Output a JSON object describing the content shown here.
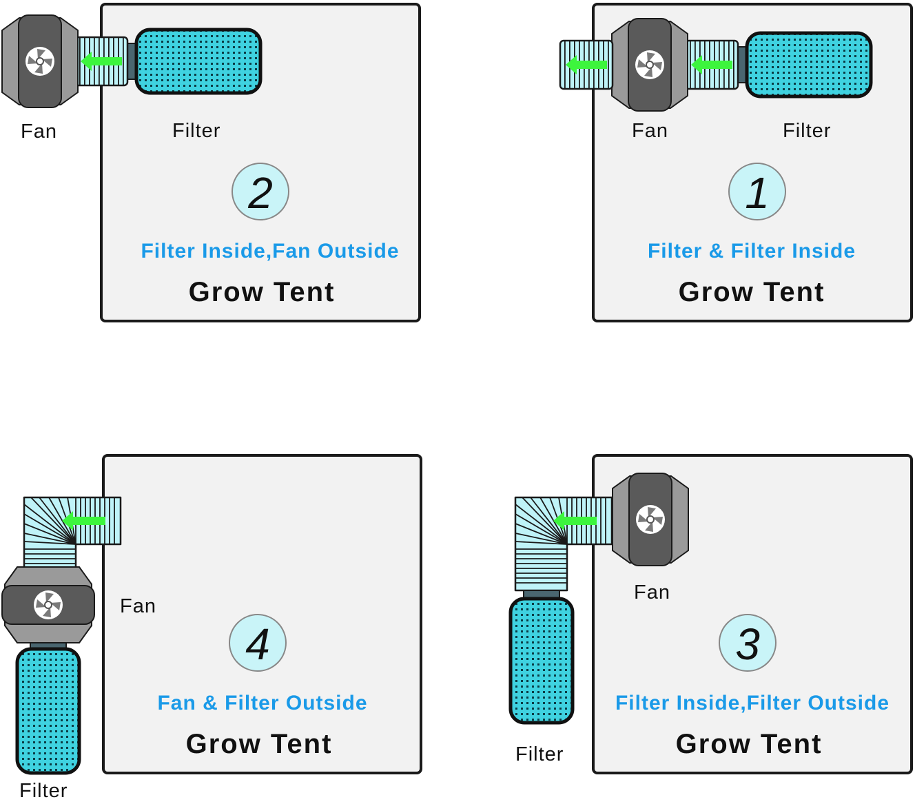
{
  "colors": {
    "tent_fill": "#f2f2f2",
    "tent_stroke": "#1a1a1a",
    "caption_blue": "#1a9ae8",
    "filter_cyan": "#3fd2e0",
    "duct_cyan": "#bff3f8",
    "fan_dark": "#5a5a5a",
    "fan_light": "#9a9a9a",
    "arrow_green": "#3df53d",
    "badge_fill": "#c9f4f8"
  },
  "icons": [
    "fan-icon",
    "carbon-filter-icon",
    "duct-icon",
    "duct-elbow-icon",
    "airflow-arrow-icon"
  ],
  "panels": {
    "p2": {
      "number": "2",
      "caption": "Filter Inside,Fan Outside",
      "tent": "Grow Tent",
      "fan_label": "Fan",
      "filter_label": "Filter"
    },
    "p1": {
      "number": "1",
      "caption": "Filter & Filter Inside",
      "tent": "Grow Tent",
      "fan_label": "Fan",
      "filter_label": "Filter"
    },
    "p4": {
      "number": "4",
      "caption": "Fan & Filter Outside",
      "tent": "Grow Tent",
      "fan_label": "Fan",
      "filter_label": "Filter"
    },
    "p3": {
      "number": "3",
      "caption": "Filter Inside,Filter Outside",
      "tent": "Grow Tent",
      "fan_label": "Fan",
      "filter_label": "Filter"
    }
  }
}
